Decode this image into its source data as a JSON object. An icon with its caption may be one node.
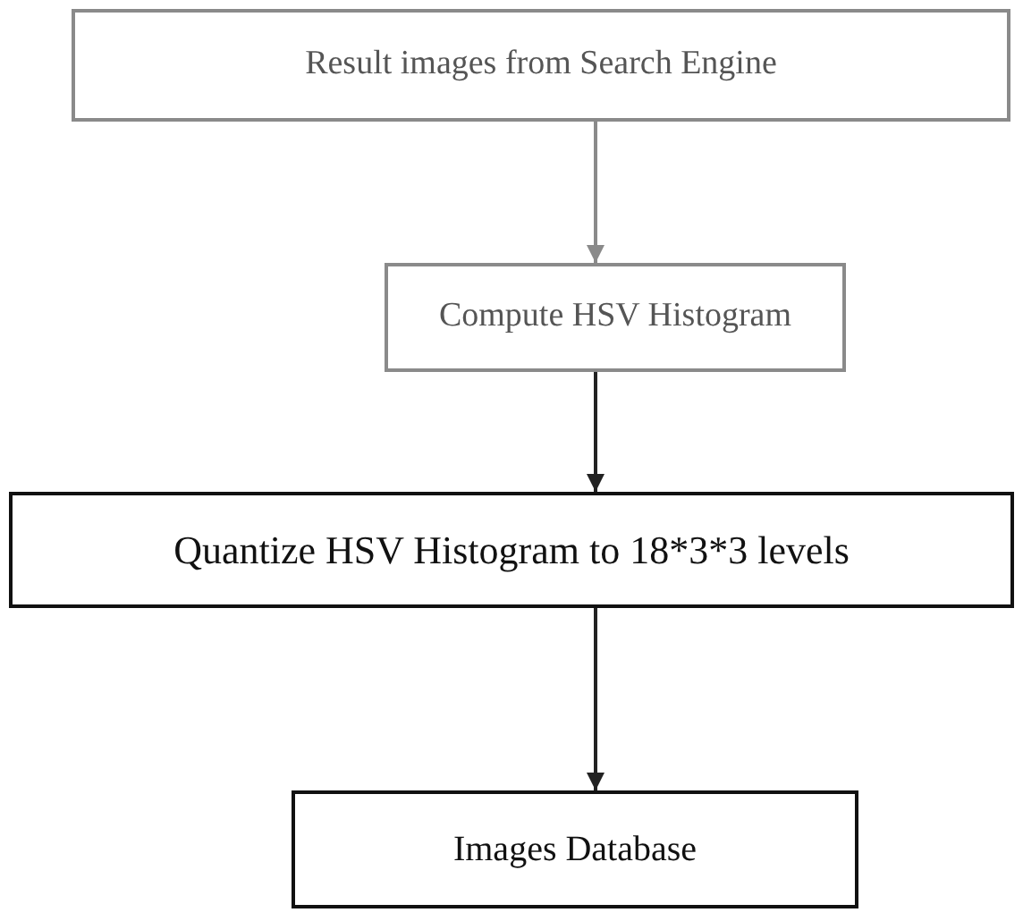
{
  "diagram": {
    "nodes": [
      {
        "text": [
          "Result images from Search Engine"
        ]
      },
      {
        "text": [
          "Compute HSV Histogram"
        ]
      },
      {
        "text": [
          "Quantize HSV Histogram to 18*3*3 levels"
        ]
      },
      {
        "text": [
          "Images Database"
        ]
      }
    ],
    "edges": [
      {
        "from": 0,
        "to": 1,
        "arrow": "to",
        "color": "#8a8a8a"
      },
      {
        "from": 1,
        "to": 2,
        "arrow": "to"
      },
      {
        "from": 2,
        "to": 3,
        "arrow": "to"
      }
    ]
  }
}
